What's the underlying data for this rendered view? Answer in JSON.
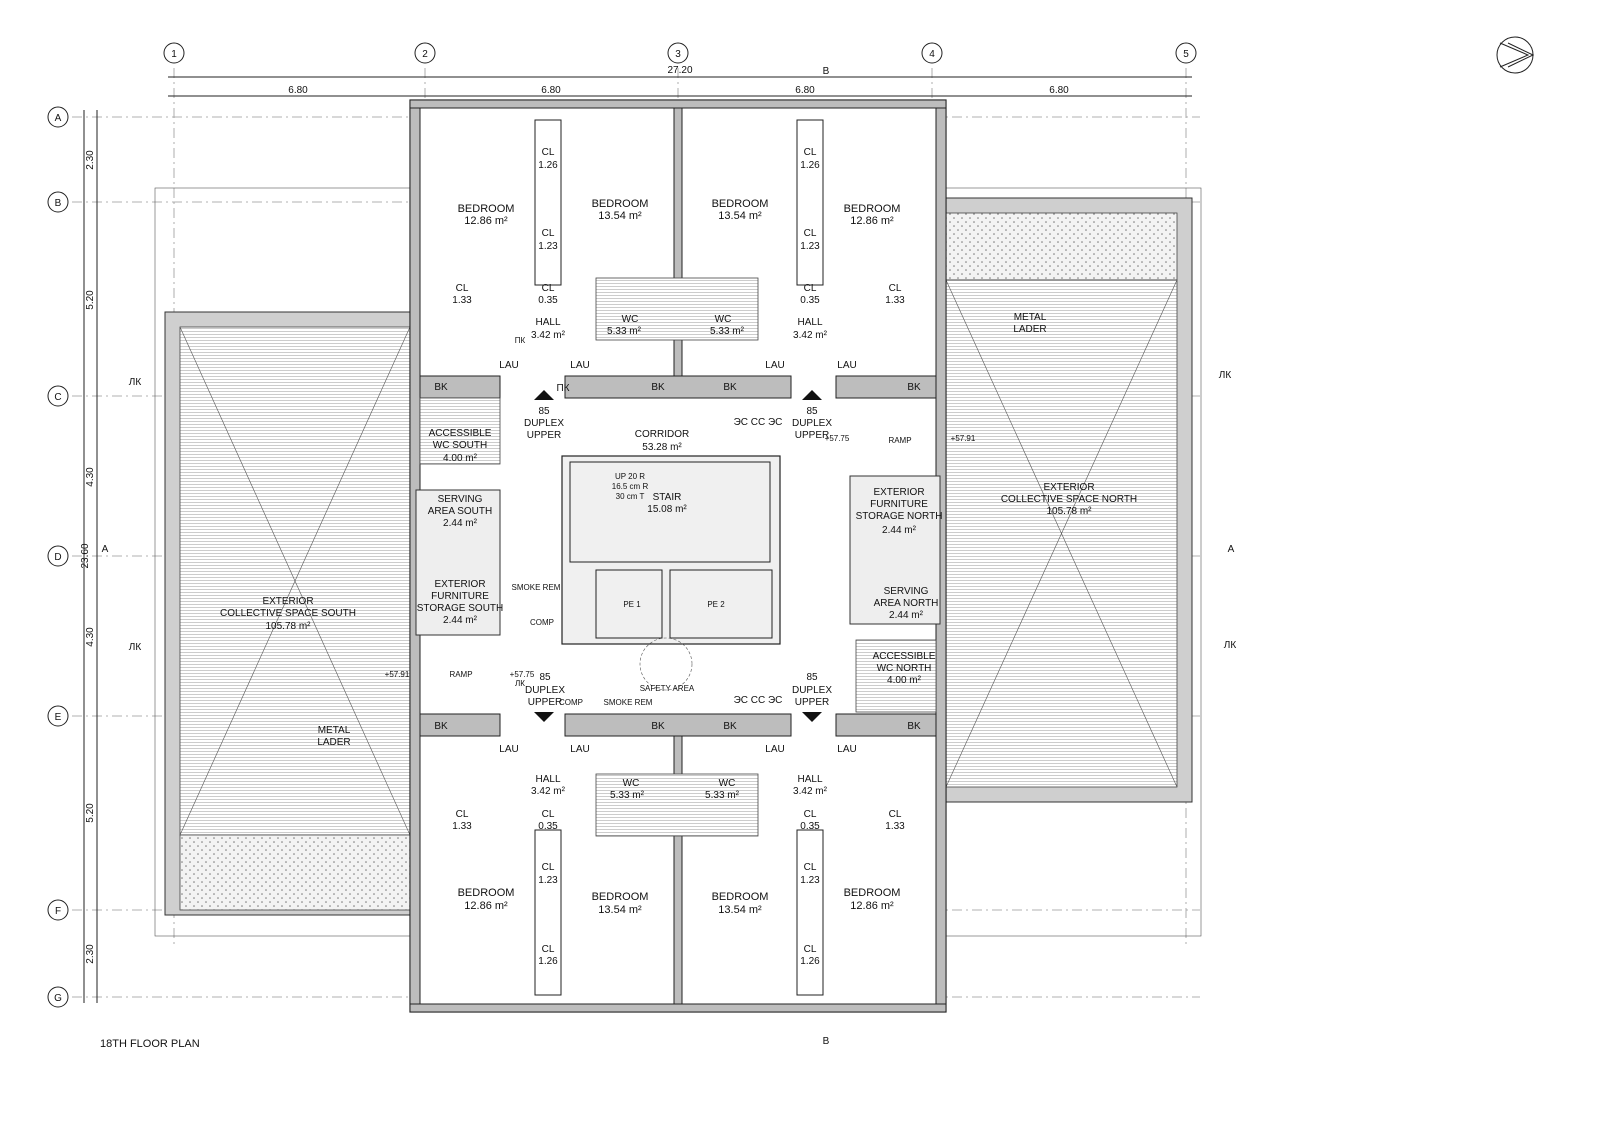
{
  "title": "18TH FLOOR PLAN",
  "grid_columns": [
    "1",
    "2",
    "3",
    "4",
    "5"
  ],
  "grid_rows": [
    "A",
    "B",
    "C",
    "D",
    "E",
    "F",
    "G"
  ],
  "dims": {
    "total_x": "27.20",
    "bays_x": [
      "6.80",
      "6.80",
      "6.80",
      "6.80"
    ],
    "total_y": "23.60",
    "bays_y": [
      "2.30",
      "5.20",
      "4.30",
      "4.30",
      "5.20",
      "2.30"
    ]
  },
  "section_marks": {
    "a": "A",
    "b": "B"
  },
  "labels": {
    "bedroom": "BEDROOM",
    "a1286": "12.86 m²",
    "a1354": "13.54 m²",
    "cl": "CL",
    "v126": "1.26",
    "v123": "1.23",
    "v133": "1.33",
    "v035": "0.35",
    "hall": "HALL",
    "a342": "3.42 m²",
    "wc": "WC",
    "a533": "5.33 m²",
    "lau": "LAU",
    "bk": "BK",
    "pk": "ПК",
    "lk": "ЛК",
    "n85": "85",
    "duplex": "DUPLEX",
    "upper": "UPPER",
    "corridor": "CORRIDOR",
    "a5328": "53.28 m²",
    "escc": "ЭС СС ЭС",
    "accessible": "ACCESSIBLE",
    "wc_south": "WC SOUTH",
    "wc_north": "WC NORTH",
    "a400": "4.00 m²",
    "serving": "SERVING",
    "area_south": "AREA SOUTH",
    "area_north": "AREA NORTH",
    "a244": "2.44 m²",
    "stair": "STAIR",
    "a1508": "15.08 m²",
    "up20": "UP 20 R",
    "r165": "16.5 cm R",
    "t30": "30 cm T",
    "exterior": "EXTERIOR",
    "furniture": "FURNITURE",
    "storage_south": "STORAGE SOUTH",
    "storage_north": "STORAGE NORTH",
    "smoke_rem": "SMOKE REM",
    "comp": "COMP",
    "pe1": "PE 1",
    "pe2": "PE 2",
    "safety": "SAFETY AREA",
    "ramp": "RAMP",
    "lv5791": "+57.91",
    "lv5775": "+57.75",
    "collective_north": "COLLECTIVE SPACE NORTH",
    "collective_south": "COLLECTIVE SPACE SOUTH",
    "a10578": "105.78 m²",
    "metal": "METAL",
    "lader": "LADER"
  }
}
